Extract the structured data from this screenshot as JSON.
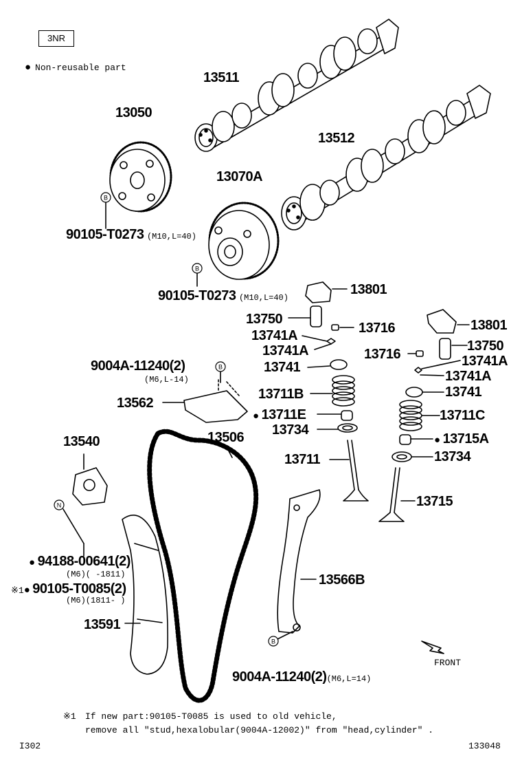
{
  "engine_code": "3NR",
  "legend": {
    "symbol": "●",
    "text": "Non-reusable part"
  },
  "parts": {
    "p13511": "13511",
    "p13050": "13050",
    "p13512": "13512",
    "p13070A": "13070A",
    "bolt1": "90105-T0273",
    "bolt1_spec": "(M10,L=40)",
    "bolt2": "90105-T0273",
    "bolt2_spec": "(M10,L=40)",
    "p13801_left": "13801",
    "p13750_left": "13750",
    "p13716_left": "13716",
    "p13741A_left_a": "13741A",
    "p13741A_left_b": "13741A",
    "p13741_left": "13741",
    "p13711B": "13711B",
    "p13711E": "13711E",
    "p13734_left": "13734",
    "p13711": "13711",
    "p13801_right": "13801",
    "p13750_right": "13750",
    "p13716_right": "13716",
    "p13741A_right_a": "13741A",
    "p13741A_right_b": "13741A",
    "p13741_right": "13741",
    "p13711C": "13711C",
    "p13715A": "13715A",
    "p13734_right": "13734",
    "p13715": "13715",
    "bolt3": "9004A-11240(2)",
    "bolt3_spec": "(M6,L-14)",
    "p13562": "13562",
    "p13506": "13506",
    "p13540": "13540",
    "nut1": "94188-00641(2)",
    "nut1_spec": "(M6)(     -1811)",
    "bolt4_mark": "※1",
    "bolt4": "90105-T0085(2)",
    "bolt4_spec": "(M6)(1811-     )",
    "p13591": "13591",
    "p13566B": "13566B",
    "bolt5": "9004A-11240(2)",
    "bolt5_spec": "(M6,L=14)"
  },
  "markers": {
    "b": "B",
    "n": "N"
  },
  "front_label": "FRONT",
  "footnote": {
    "mark": "※1",
    "line1": "If new part:90105-T0085 is used to old vehicle,",
    "line2": "remove all \"stud,hexalobular(9004A-12002)\" from \"head,cylinder\" ."
  },
  "footer": {
    "left": "I302",
    "right": "133048"
  }
}
